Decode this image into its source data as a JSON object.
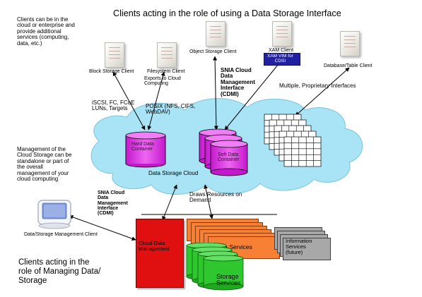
{
  "titles": {
    "top": "Clients acting in the role of using a Data Storage Interface",
    "bottom": "Clients acting in the\nrole of Managing Data/\nStorage"
  },
  "notes": {
    "clients_cloud": "Clients can be in the\ncloud or enterprise and\nprovide additional\nservices (computing,\ndata, etc.)",
    "management": "Management of the\nCloud Storage can be\nstandalone or part of\nthe overall\nmanagement of your\ncloud computing"
  },
  "clients": {
    "block_storage": "Block Storage Client",
    "filesystem": "Filesystem Client",
    "object_storage": "Object Storage Client",
    "xam": "XAM Client",
    "xam_vim": "XAM VIM for\nCDSI",
    "database": "Database/Table Client",
    "management": "Data/Storage Management Client"
  },
  "labels": {
    "exports": "Exports to Cloud\nComputing",
    "iscsi": "iSCSI, FC, FCoE\nLUNs, Targets",
    "posix": "POSIX (NFS, CIFS,\nWebDAV)",
    "cdmi_top": "SNIA Cloud\nData\nManagement\nInterface\n(CDMI)",
    "cdmi_top_prefix": "SNIA ",
    "proprietary": "Multiple, Proprietary Interfaces",
    "cloud": "Data Storage Cloud",
    "draws": "Draws Resources on\nDemand",
    "cdmi_left": "SNIA Cloud\nData\nManagement\nInterface\n(CDMI)"
  },
  "containers": {
    "hard": "Hard Data\nContainer",
    "soft": "Soft Data\nContainer"
  },
  "services": {
    "cloud_data_management": "Cloud Data\nManagement",
    "data_services": "Data Services",
    "storage_services": "Storage\nServices",
    "information_services": "Information\nServices\n(future)"
  },
  "colors": {
    "cloud": "#a8e4f6",
    "container": "#e040e8",
    "management_box": "#e01010",
    "data_services": "#f88034",
    "storage_services": "#2ec82e",
    "information_services": "#a8a8a8",
    "xam_vim": "#2020a0"
  }
}
